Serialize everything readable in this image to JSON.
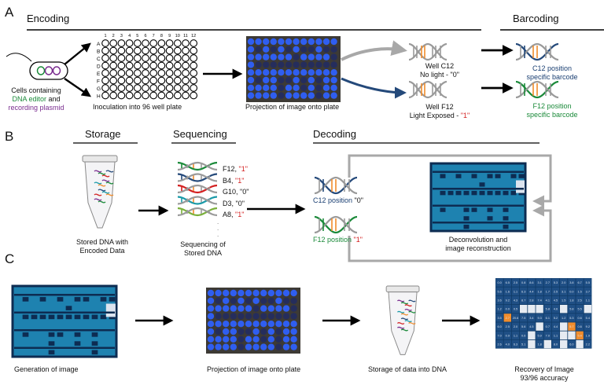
{
  "panels": {
    "a": "A",
    "b": "B",
    "c": "C"
  },
  "headers": {
    "encoding": "Encoding",
    "barcoding": "Barcoding",
    "storage": "Storage",
    "sequencing": "Sequencing",
    "decoding": "Decoding"
  },
  "cells": {
    "line1": "Cells containing",
    "editor": "DNA editor",
    "and": " and",
    "plasmid": "recording plasmid"
  },
  "plate": {
    "rows": [
      "A",
      "B",
      "C",
      "D",
      "E",
      "F",
      "G",
      "H"
    ],
    "cols": [
      "1",
      "2",
      "3",
      "4",
      "5",
      "6",
      "7",
      "8",
      "9",
      "10",
      "11",
      "12"
    ],
    "caption": "Inoculation into 96 well plate"
  },
  "projection_caption": "Projection of image onto plate",
  "well_c12": {
    "title": "Well C12",
    "sub": "No light - ",
    "val": "\"0\""
  },
  "well_f12": {
    "title": "Well F12",
    "sub": "Light Exposed - ",
    "val": "\"1\""
  },
  "barcode_c12": {
    "l1": "C12 position",
    "l2": "specific barcode"
  },
  "barcode_f12": {
    "l1": "F12 position",
    "l2": "specific barcode"
  },
  "stored_dna": {
    "l1": "Stored DNA with",
    "l2": "Encoded Data"
  },
  "seq_list": [
    {
      "well": "F12, ",
      "val": "\"1\"",
      "one": true
    },
    {
      "well": "B4, ",
      "val": "\"1\"",
      "one": true
    },
    {
      "well": "G10, ",
      "val": "\"0\"",
      "one": false
    },
    {
      "well": "D3, ",
      "val": "\"0\"",
      "one": false
    },
    {
      "well": "A8, ",
      "val": "\"1\"",
      "one": true
    }
  ],
  "seq_caption": {
    "l1": "Sequencing of",
    "l2": "Stored DNA"
  },
  "decode_c12": {
    "pre": "C12 position ",
    "val": "\"0\""
  },
  "decode_f12": {
    "pre": "F12 position ",
    "val": "\"1\""
  },
  "deconv": {
    "l1": "Deconvolution and",
    "l2": "image reconstruction"
  },
  "bottom": {
    "gen": "Generation of image",
    "proj": "Projection of image onto plate",
    "store": "Storage of data into DNA",
    "rec1": "Recovery of Image",
    "rec2": "93/96 accuracy"
  },
  "heatmap_values": [
    [
      "0.0",
      "6.5",
      "2.5",
      "0.8",
      "8.6",
      "3.1",
      "2.7",
      "5.3",
      "2.0",
      "3.8",
      "6.7",
      "5.5"
    ],
    [
      "5.6",
      "1.6",
      "1.1",
      "6.3",
      "4.4",
      "1.8",
      "1.7",
      "2.5",
      "3.1",
      "0.0",
      "1.5",
      "3.7"
    ],
    [
      "3.6",
      "9.2",
      "4.3",
      "8.7",
      "2.8",
      "7.4",
      "4.1",
      "4.5",
      "1.5",
      "1.8",
      "2.5",
      "1.1"
    ],
    [
      "1.2",
      "0.0",
      "0.5",
      "",
      "",
      "",
      "5.8",
      "4.6",
      "",
      "5.8",
      "5.5",
      ""
    ],
    [
      "3.5",
      "2.7",
      "20.6",
      "7.5",
      "3.4",
      "9.3",
      "6.1",
      "5.2",
      "1.2",
      "5.3",
      "0.6",
      "5.4"
    ],
    [
      "6.0",
      "2.5",
      "2.0",
      "5.6",
      "4.5",
      "",
      "0.7",
      "4.4",
      "",
      "5.7",
      "0.6",
      "9.2"
    ],
    [
      "7.0",
      "0.9",
      "1.1",
      "0.6",
      "",
      "5.9",
      "7.0",
      "1.1",
      "",
      "",
      "5.4",
      "1.9"
    ],
    [
      "2.6",
      "4.0",
      "6.3",
      "5.1",
      "",
      "1.8",
      "",
      "8.0",
      "",
      "6.0",
      "",
      "2.2"
    ]
  ],
  "colors": {
    "navy": "#0d2c52",
    "blue_fill": "#1e82b0",
    "pale": "#dce4ef",
    "orange": "#f08c2c",
    "plate_blue": "#2d62e6"
  }
}
